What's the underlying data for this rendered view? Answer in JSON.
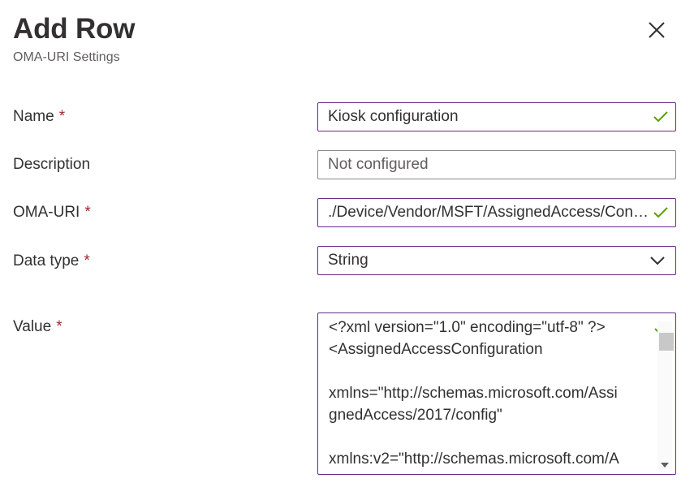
{
  "panel": {
    "title": "Add Row",
    "subtitle": "OMA-URI Settings"
  },
  "fields": {
    "name": {
      "label": "Name",
      "required": "*",
      "value": "Kiosk configuration",
      "valid": true
    },
    "description": {
      "label": "Description",
      "placeholder": "Not configured"
    },
    "oma_uri": {
      "label": "OMA-URI",
      "required": "*",
      "value": "./Device/Vendor/MSFT/AssignedAccess/Configuration",
      "valid": true
    },
    "data_type": {
      "label": "Data type",
      "required": "*",
      "selected": "String"
    },
    "value": {
      "label": "Value",
      "required": "*",
      "lines": [
        "<?xml version=\"1.0\" encoding=\"utf-8\" ?>",
        "<AssignedAccessConfiguration",
        "",
        "xmlns=\"http://schemas.microsoft.com/Assi",
        "gnedAccess/2017/config\"",
        "",
        "xmlns:v2=\"http://schemas.microsoft.com/A"
      ],
      "valid": true
    }
  },
  "icons": {
    "close": "close-icon",
    "check": "checkmark-icon",
    "dropdown": "chevron-down-icon"
  },
  "colors": {
    "accent_border": "#6b2a8a",
    "valid_check": "#57a300",
    "required_star": "#a4262c"
  }
}
